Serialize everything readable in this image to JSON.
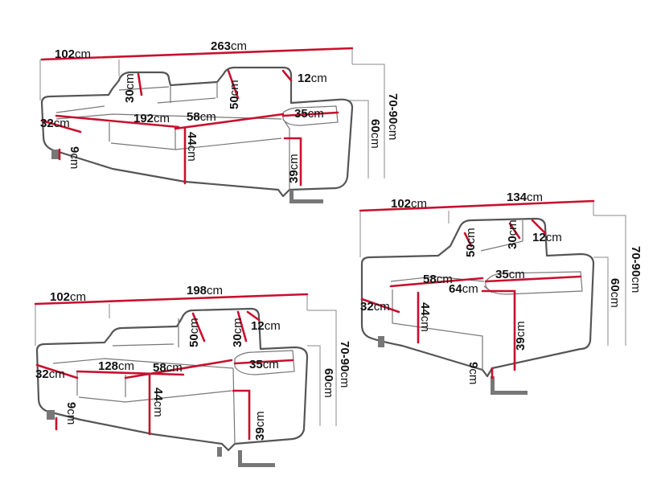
{
  "colors": {
    "outline": "#555555",
    "dimension_line": "#c8102e",
    "background": "#ffffff"
  },
  "sofa_3_seat": {
    "depth_num": "102",
    "width_num": "263",
    "headrest_height_num": "30",
    "headrest_width_num": "50",
    "headrest_thick_num": "12",
    "arm_width_num": "35",
    "total_height_num": "70-90",
    "arm_height_num": "60",
    "seat_depth_num": "58",
    "seat_width_num": "192",
    "arm_depth_num": "32",
    "seat_height_num": "44",
    "side_height_num": "39",
    "leg_height_num": "9",
    "unit": "cm"
  },
  "sofa_2_seat": {
    "depth_num": "102",
    "width_num": "198",
    "headrest_width_num": "50",
    "headrest_height_num": "30",
    "headrest_thick_num": "12",
    "arm_width_num": "35",
    "total_height_num": "70-90",
    "arm_height_num": "60",
    "seat_width_num": "128",
    "seat_depth_num": "58",
    "arm_depth_num": "32",
    "seat_height_num": "44",
    "side_height_num": "39",
    "leg_height_num": "9",
    "unit": "cm"
  },
  "armchair": {
    "depth_num": "102",
    "width_num": "134",
    "headrest_width_num": "50",
    "headrest_height_num": "30",
    "headrest_thick_num": "12",
    "arm_width_num": "35",
    "total_height_num": "70-90",
    "arm_height_num": "60",
    "seat_depth_num": "58",
    "seat_width_num": "64",
    "arm_depth_num": "32",
    "seat_height_num": "44",
    "side_height_num": "39",
    "leg_height_num": "9",
    "unit": "cm"
  }
}
